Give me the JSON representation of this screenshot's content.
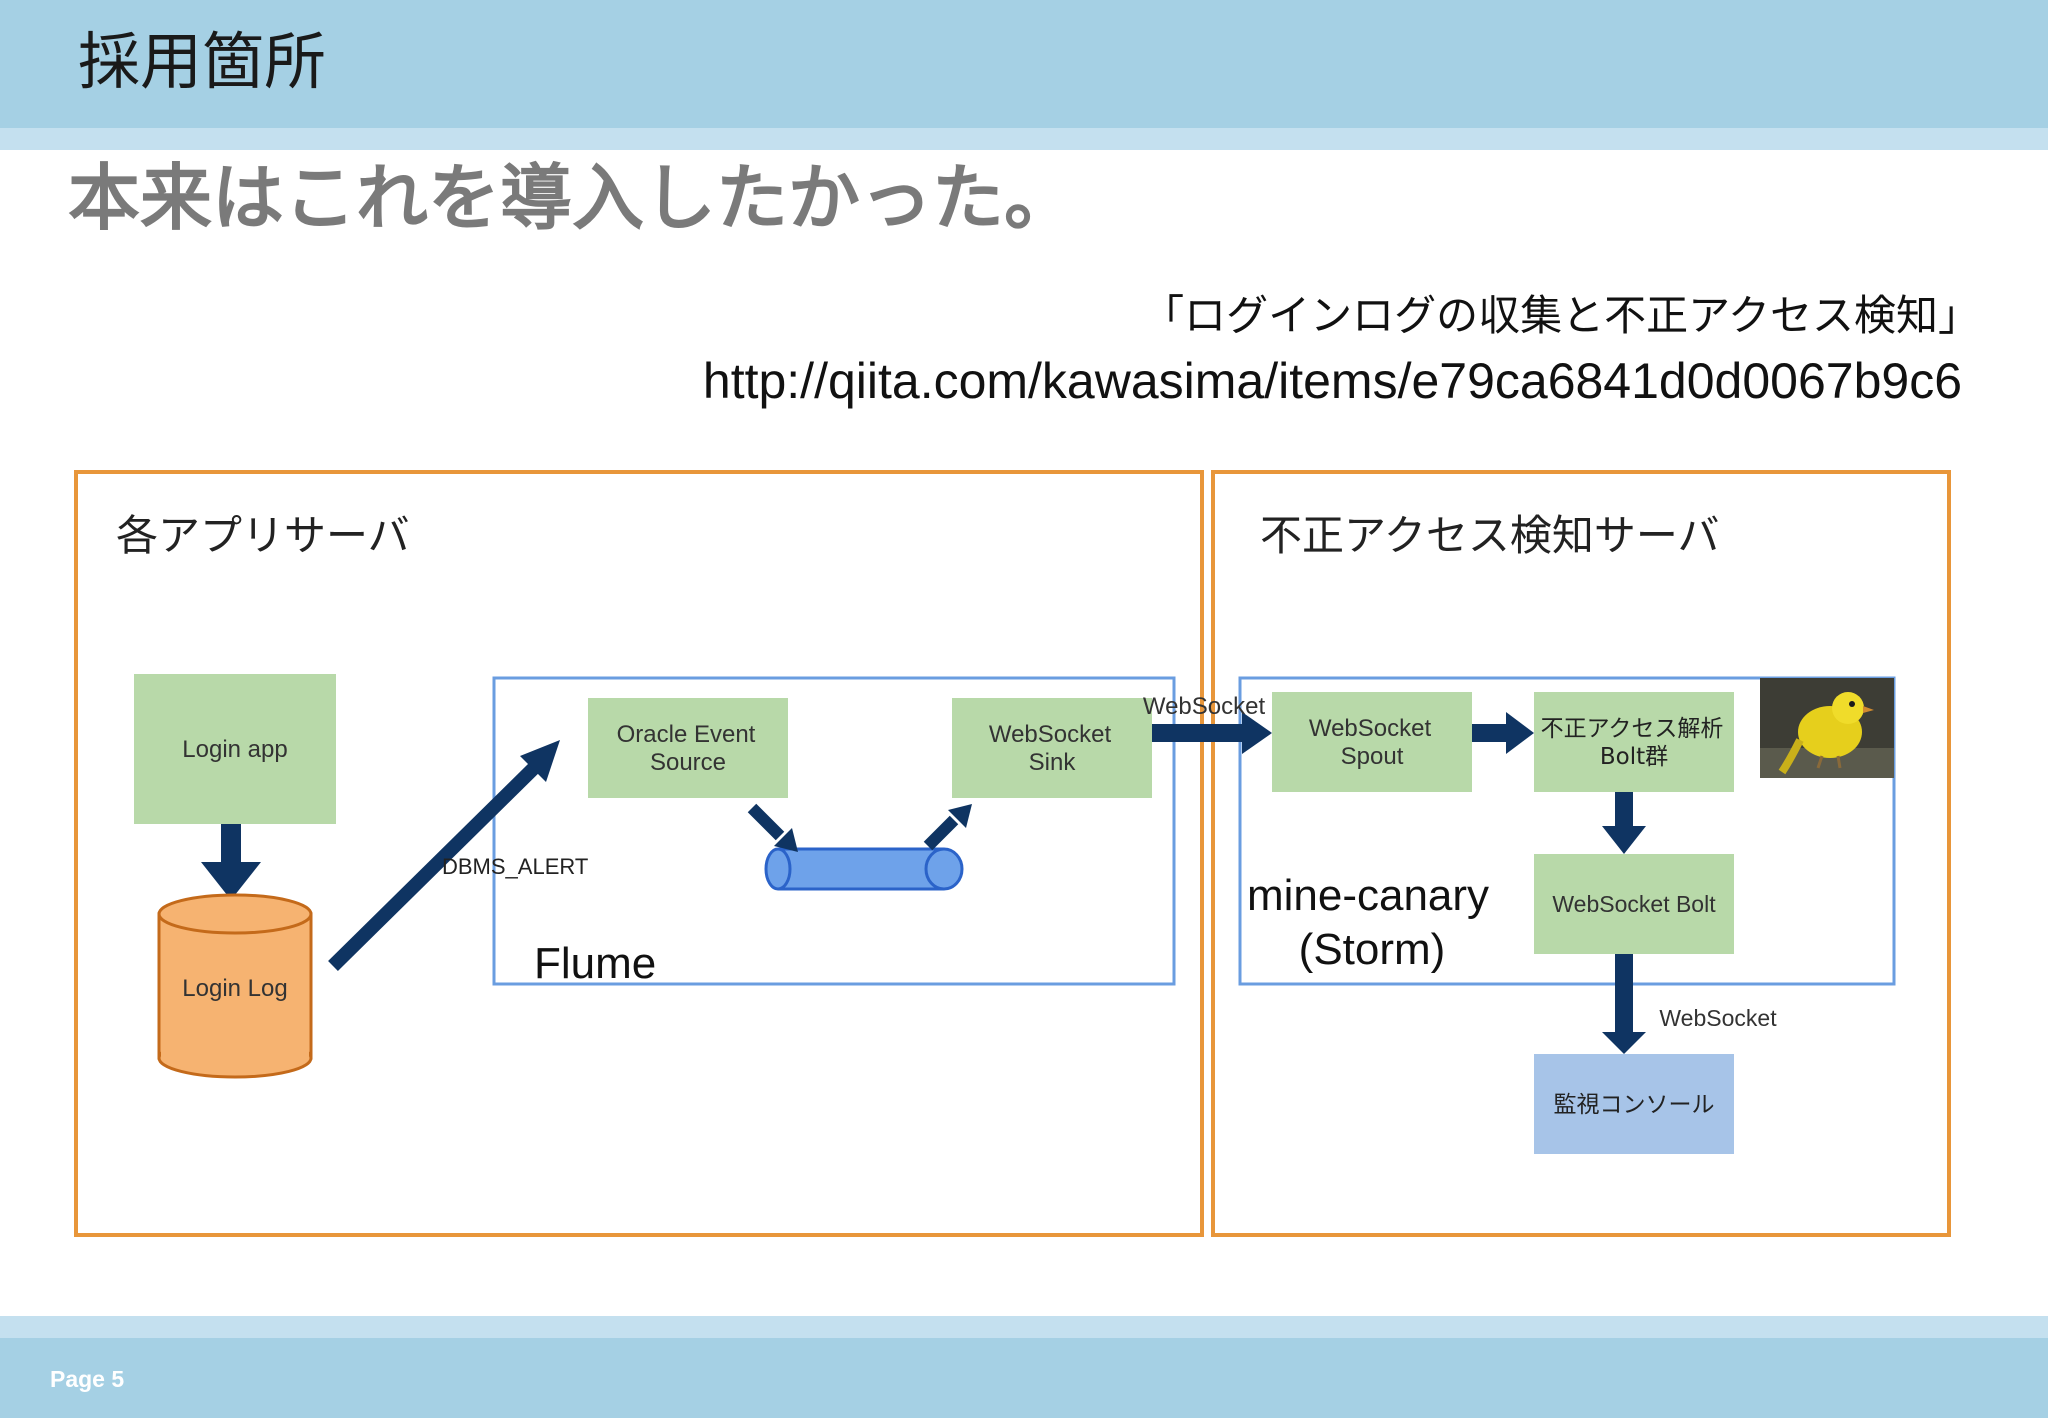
{
  "slide": {
    "heading": "採用箇所",
    "title": "本来はこれを導入したかった。",
    "reference_title": "「ログインログの収集と不正アクセス検知」",
    "reference_url": "http://qiita.com/kawasima/items/e79ca6841d0d0067b9c6",
    "page_label": "Page 5"
  },
  "diagram": {
    "app_server_label": "各アプリサーバ",
    "detect_server_label": "不正アクセス検知サーバ",
    "login_app": "Login app",
    "login_log": "Login Log",
    "dbms_alert": "DBMS_ALERT",
    "flume_label": "Flume",
    "oracle_event_source": [
      "Oracle Event",
      "Source"
    ],
    "websocket_sink": [
      "WebSocket",
      "Sink"
    ],
    "websocket_link_top": "WebSocket",
    "websocket_spout": [
      "WebSocket",
      "Spout"
    ],
    "analysis_bolts": [
      "不正アクセス解析",
      "Bolt群"
    ],
    "storm_label": [
      "mine-canary",
      "(Storm)"
    ],
    "websocket_bolt": "WebSocket Bolt",
    "websocket_link_bottom": "WebSocket",
    "monitor_console": "監視コンソール",
    "canary_image": "canary-bird-photo"
  },
  "colors": {
    "header": "#a5d0e4",
    "server_border": "#e8963a",
    "group_border": "#6a9de0",
    "node_fill": "#b8d9a9",
    "log_fill": "#f6b371",
    "arrow": "#0f3462",
    "channel_fill": "#6ea2ea",
    "console_fill": "#a7c4e8"
  }
}
